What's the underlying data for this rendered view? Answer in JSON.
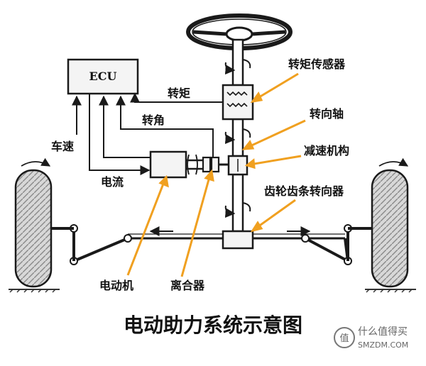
{
  "title": "电动助力系统示意图",
  "ecu_label": "ECU",
  "labels": {
    "torque_sensor": "转矩传感器",
    "torque": "转矩",
    "steering_angle": "转角",
    "steering_shaft": "转向轴",
    "vehicle_speed": "车速",
    "reducer": "减速机构",
    "current": "电流",
    "rack_pinion": "齿轮齿条转向器",
    "motor": "电动机",
    "clutch": "离合器"
  },
  "watermark": {
    "brand": "什么值得买",
    "site": "SMZDM.COM"
  },
  "colors": {
    "line": "#1a1a1a",
    "component_fill": "#f4f4f4",
    "arrow": "#f0a020",
    "tire": "#cfcfcf",
    "ground": "#333333"
  }
}
